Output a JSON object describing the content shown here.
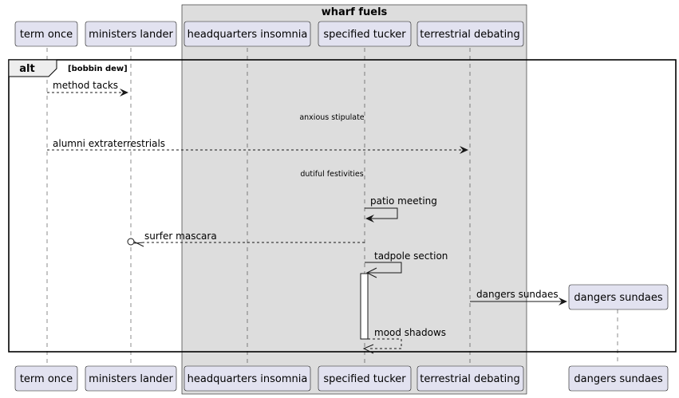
{
  "group": {
    "title": "wharf fuels"
  },
  "participants": [
    {
      "id": "term",
      "label": "term once"
    },
    {
      "id": "ministers",
      "label": "ministers lander"
    },
    {
      "id": "hq",
      "label": "headquarters insomnia"
    },
    {
      "id": "tucker",
      "label": "specified tucker"
    },
    {
      "id": "debating",
      "label": "terrestrial debating"
    },
    {
      "id": "sundaes",
      "label": "dangers sundaes"
    }
  ],
  "fragment": {
    "keyword": "alt",
    "condition": "[bobbin dew]"
  },
  "messages": [
    {
      "label": "method tacks"
    },
    {
      "label": "alumni extraterrestrials"
    },
    {
      "label": "patio meeting"
    },
    {
      "label": "surfer mascara"
    },
    {
      "label": "tadpole section"
    },
    {
      "label": "dangers sundaes"
    },
    {
      "label": "mood shadows"
    }
  ],
  "dividers": [
    {
      "label": "anxious stipulate"
    },
    {
      "label": "dutiful festivities"
    }
  ],
  "colors": {
    "participant_fill": "#E2E2F0",
    "group_fill": "#DDDDDD",
    "line": "#181818"
  }
}
